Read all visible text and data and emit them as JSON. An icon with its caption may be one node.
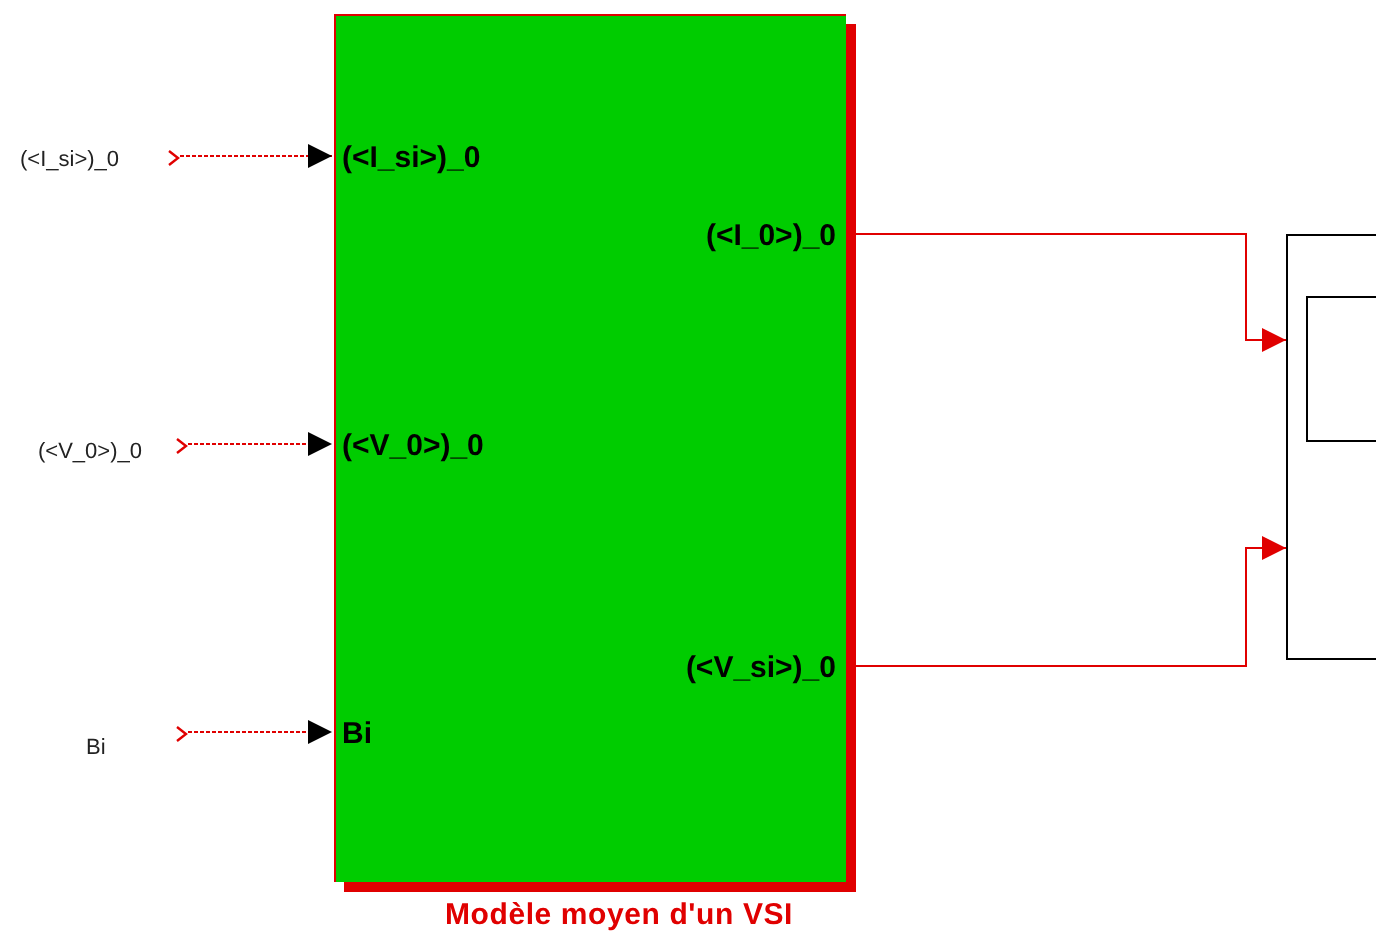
{
  "diagram": {
    "nodes": [
      {
        "text": [
          "(<I_si>)_0",
          "(<V_0>)_0",
          "Bi",
          "(<I_0>)_0",
          "(<V_si>)_0"
        ],
        "beside": [
          "Modèle moyen d'un VSI"
        ]
      },
      {
        "text": [
          "(<I_si>)_0"
        ]
      },
      {
        "text": [
          "(<V_0>)_0"
        ]
      },
      {
        "text": [
          "Bi"
        ]
      },
      {
        "text": [],
        "shape": "box"
      }
    ],
    "edges": [
      {
        "from": 1,
        "to": 0,
        "arrow": "to",
        "style": "dashed"
      },
      {
        "from": 2,
        "to": 0,
        "arrow": "to",
        "style": "dashed"
      },
      {
        "from": 3,
        "to": 0,
        "arrow": "to",
        "style": "dashed"
      },
      {
        "from": 0,
        "to": 4,
        "arrow": "to"
      },
      {
        "from": 0,
        "to": 4,
        "arrow": "to"
      }
    ]
  }
}
